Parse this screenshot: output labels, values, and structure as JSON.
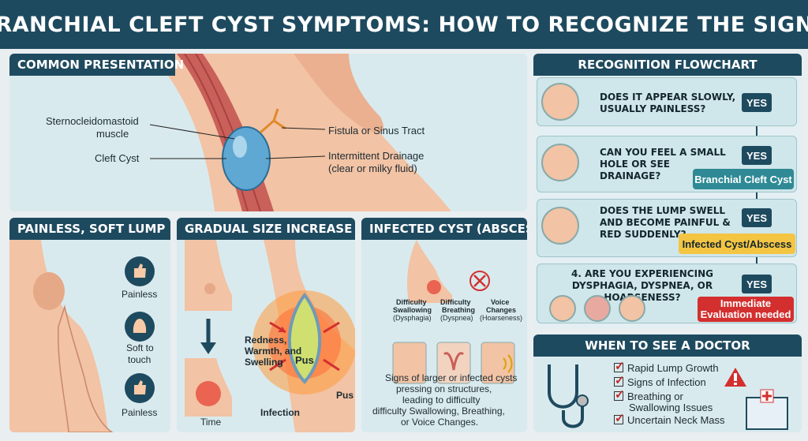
{
  "title": "BRANCHIAL CLEFT CYST SYMPTOMS: HOW TO RECOGNIZE THE SIGNS",
  "common": {
    "header": "COMMON PRESENTATION",
    "scm": "Sternocleidomastoid",
    "scm2": "muscle",
    "cyst": "Cleft Cyst",
    "fistula": "Fistula or Sinus Tract",
    "drainage": "Intermittent Drainage",
    "drainage2": "(clear or milky fluid)"
  },
  "painless": {
    "header": "PAINLESS, SOFT LUMP",
    "l1": "Painless",
    "l2a": "Soft to",
    "l2b": "touch",
    "l3": "Painless"
  },
  "gradual": {
    "header": "GRADUAL SIZE INCREASE",
    "time": "Time",
    "redness1": "Redness,",
    "redness2": "Warmth, and",
    "redness3": "Swelling",
    "pus_inside": "Pus",
    "pus_outside": "Pus",
    "infection": "Infection"
  },
  "infected": {
    "header": "INFECTED CYST (ABSCESS)",
    "c1a": "Difficulty",
    "c1b": "Swallowing",
    "c1c": "(Dysphagia)",
    "c2a": "Difficulty",
    "c2b": "Breathing",
    "c2c": "(Dyspnea)",
    "c3a": "Voice",
    "c3b": "Changes",
    "c3c": "(Hoarseness)",
    "t1": "Signs of larger or infected cysts",
    "t2": "pressing on structures,",
    "t3": "leading to difficulty",
    "t4": "difficulty Swallowing, Breathing,",
    "t5": "or Voice Changes."
  },
  "flowchart": {
    "header": "RECOGNITION FLOWCHART",
    "q1a": "DOES IT APPEAR SLOWLY,",
    "q1b": "USUALLY PAINLESS?",
    "q2a": "CAN YOU FEEL A SMALL",
    "q2b": "HOLE OR SEE",
    "q2c": "DRAINAGE?",
    "q3a": "DOES THE LUMP SWELL",
    "q3b": "AND BECOME PAINFUL &",
    "q3c": "RED SUDDENLY?",
    "q4a": "4. ARE YOU EXPERIENCING",
    "q4b": "DYSPHAGIA, DYSPNEA, OR HOARSENESS?",
    "yes": "YES",
    "r1": "Branchial Cleft Cyst",
    "r2": "Infected Cyst/Abscess",
    "r3a": "Immediate",
    "r3b": "Evaluation needed"
  },
  "doctor": {
    "header": "WHEN TO SEE A DOCTOR",
    "i1": "Rapid Lump Growth",
    "i2": "Signs of Infection",
    "i3a": "Breathing or",
    "i3b": "Swallowing Issues",
    "i4": "Uncertain Neck Mass"
  },
  "colors": {
    "navy": "#1e4a5f",
    "teal": "#2f8a95",
    "amber": "#f4c542",
    "red": "#d32f2f",
    "skin": "#f2c3a4",
    "cyst": "#5fa8d3"
  }
}
